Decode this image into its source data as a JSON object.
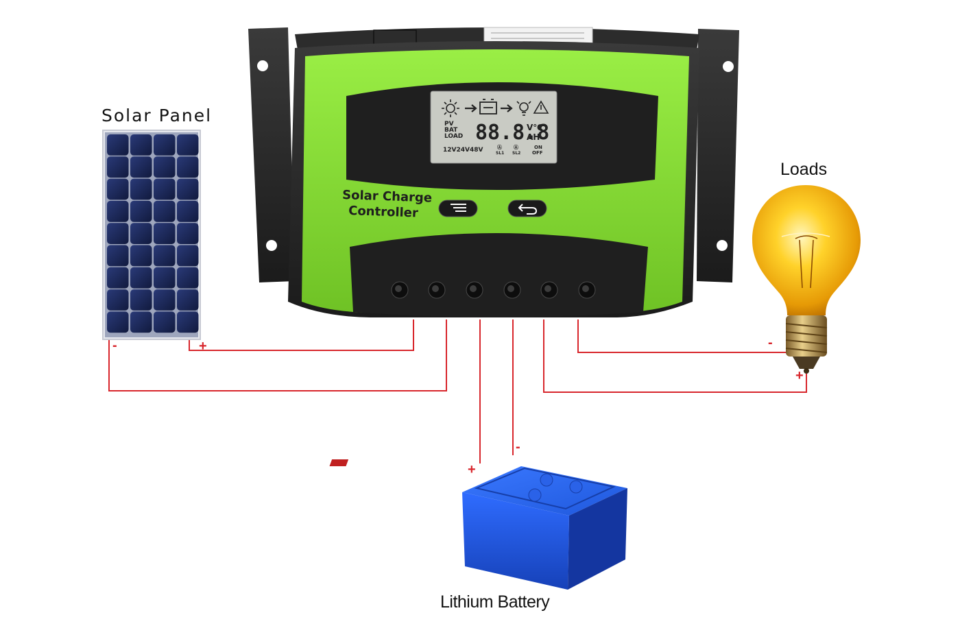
{
  "labels": {
    "solar_panel": "Solar Panel",
    "loads": "Loads",
    "battery": "Lithium Battery"
  },
  "controller": {
    "name_line1": "Solar Charge",
    "name_line2": "Controller",
    "lcd": {
      "row1_left": "PV",
      "row2_left": "BAT",
      "row3_left": "LOAD",
      "digits": "88.8.8",
      "unit_top": "V℃",
      "unit_bottom": "AH",
      "voltages": "12V24V48V",
      "icon_a_top": "Ⓐ",
      "icon_a_bottom": "SL1",
      "icon_b_top": "Ⓐ",
      "icon_b_bottom": "SL2",
      "on": "ON",
      "off": "OFF"
    },
    "button_menu_icon": "menu-icon",
    "button_back_icon": "return-icon"
  },
  "polarity": {
    "panel_neg": "-",
    "panel_pos": "+",
    "load_neg": "-",
    "load_pos": "+",
    "batt_pos": "+",
    "batt_neg": "-"
  },
  "colors": {
    "wire": "#d8262c",
    "controller_green": "#8fe33b",
    "controller_dark": "#2a2a2a",
    "lcd": "#c9cbc4",
    "panel_blue": "#1e2a5a",
    "battery_blue": "#1f5be0",
    "bulb_yellow": "#ffd21e"
  }
}
